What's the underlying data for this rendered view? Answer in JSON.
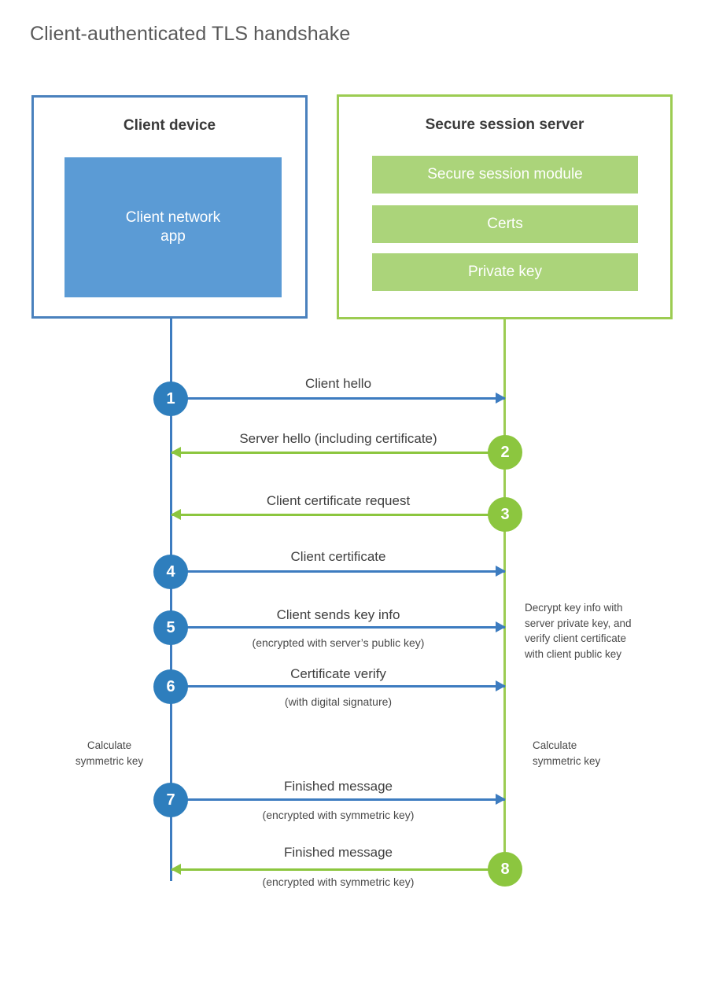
{
  "title": "Client-authenticated TLS handshake",
  "colors": {
    "client_blue": "#3d7cc0",
    "client_blue_fill": "#5b9bd5",
    "client_border": "#4a81bd",
    "server_green": "#8cc63f",
    "server_green_fill": "#abd47a",
    "server_border": "#9ccc52",
    "text_dark": "#3f3f3f",
    "title_gray": "#595959"
  },
  "actors": {
    "client": {
      "title": "Client device",
      "block": "Client network\napp",
      "block_line1": "Client network",
      "block_line2": "app"
    },
    "server": {
      "title": "Secure session server",
      "blocks": [
        "Secure session module",
        "Certs",
        "Private key"
      ]
    }
  },
  "steps": [
    {
      "number": "1",
      "label": "Client hello",
      "sublabel": "",
      "direction": "client-to-server",
      "origin": "client",
      "color": "blue"
    },
    {
      "number": "2",
      "label": "Server hello (including certificate)",
      "sublabel": "",
      "direction": "server-to-client",
      "origin": "server",
      "color": "green"
    },
    {
      "number": "3",
      "label": "Client certificate request",
      "sublabel": "",
      "direction": "server-to-client",
      "origin": "server",
      "color": "green"
    },
    {
      "number": "4",
      "label": "Client certificate",
      "sublabel": "",
      "direction": "client-to-server",
      "origin": "client",
      "color": "blue"
    },
    {
      "number": "5",
      "label": "Client sends key info",
      "sublabel": "(encrypted with server’s public key)",
      "direction": "client-to-server",
      "origin": "client",
      "color": "blue"
    },
    {
      "number": "6",
      "label": "Certificate verify",
      "sublabel": "(with digital signature)",
      "direction": "client-to-server",
      "origin": "client",
      "color": "blue"
    },
    {
      "number": "7",
      "label": "Finished message",
      "sublabel": "(encrypted with symmetric key)",
      "direction": "client-to-server",
      "origin": "client",
      "color": "blue"
    },
    {
      "number": "8",
      "label": "Finished message",
      "sublabel": "(encrypted with symmetric key)",
      "direction": "server-to-client",
      "origin": "server",
      "color": "green"
    }
  ],
  "notes": {
    "server_decrypt": {
      "line1": "Decrypt key info with",
      "line2": "server private key, and",
      "line3": "verify client certificate",
      "line4": "with client public key"
    },
    "client_calc": {
      "line1": "Calculate",
      "line2": "symmetric key"
    },
    "server_calc": {
      "line1": "Calculate",
      "line2": "symmetric key"
    }
  }
}
